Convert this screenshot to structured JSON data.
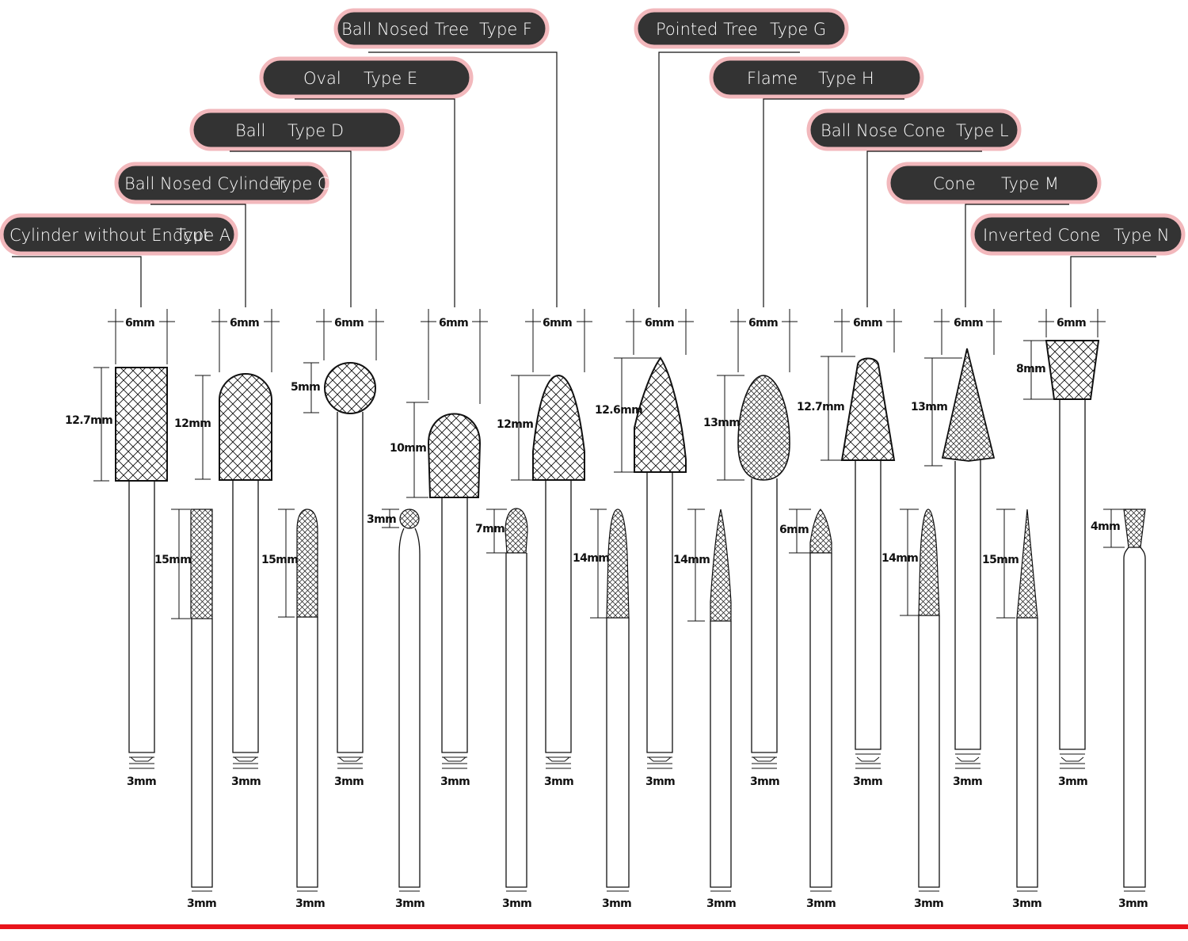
{
  "labels": [
    {
      "name": "Cylinder without Endcut",
      "type": "Type A"
    },
    {
      "name": "Ball Nosed Cylinder",
      "type": "Type C"
    },
    {
      "name": "Ball",
      "type": "Type D"
    },
    {
      "name": "Oval",
      "type": "Type E"
    },
    {
      "name": "Ball Nosed Tree",
      "type": "Type F"
    },
    {
      "name": "Pointed Tree",
      "type": "Type G"
    },
    {
      "name": "Flame",
      "type": "Type H"
    },
    {
      "name": "Ball Nose Cone",
      "type": "Type L"
    },
    {
      "name": "Cone",
      "type": "Type M"
    },
    {
      "name": "Inverted Cone",
      "type": "Type N"
    }
  ],
  "large_bits": [
    {
      "shank": "6mm",
      "head": "12.7mm",
      "tip": "3mm"
    },
    {
      "shank": "6mm",
      "head": "12mm",
      "tip": "3mm"
    },
    {
      "shank": "6mm",
      "head": "5mm",
      "tip": "3mm"
    },
    {
      "shank": "6mm",
      "head": "10mm",
      "tip": "3mm"
    },
    {
      "shank": "6mm",
      "head": "12mm",
      "tip": "3mm"
    },
    {
      "shank": "6mm",
      "head": "12.6mm",
      "tip": "3mm"
    },
    {
      "shank": "6mm",
      "head": "13mm",
      "tip": "3mm"
    },
    {
      "shank": "6mm",
      "head": "12.7mm",
      "tip": "3mm"
    },
    {
      "shank": "6mm",
      "head": "13mm",
      "tip": "3mm"
    },
    {
      "shank": "6mm",
      "head": "8mm",
      "tip": "3mm"
    }
  ],
  "small_bits": [
    {
      "head": "15mm",
      "shank": "3mm"
    },
    {
      "head": "15mm",
      "shank": "3mm"
    },
    {
      "head": "3mm",
      "shank": "3mm"
    },
    {
      "head": "7mm",
      "shank": "3mm"
    },
    {
      "head": "14mm",
      "shank": "3mm"
    },
    {
      "head": "14mm",
      "shank": "3mm"
    },
    {
      "head": "6mm",
      "shank": "3mm"
    },
    {
      "head": "14mm",
      "shank": "3mm"
    },
    {
      "head": "15mm",
      "shank": "3mm"
    },
    {
      "head": "4mm",
      "shank": "3mm"
    }
  ],
  "colors": {
    "pill": "#333333",
    "pill_border": "#f2b8bc",
    "accent": "#e8141b",
    "ink": "#111111"
  }
}
